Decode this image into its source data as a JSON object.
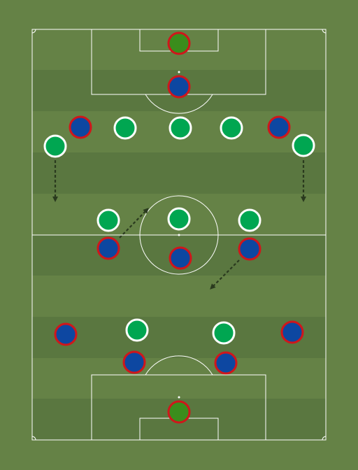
{
  "pitch": {
    "colors": {
      "grass_light": "#658246",
      "grass_dark": "#5a7740",
      "lines": "#ffffff"
    }
  },
  "teams": {
    "green": {
      "fill": "#00a651",
      "stroke": "#ffffff",
      "goalkeeper_fill": "#3a8d1c",
      "goalkeeper_stroke": "#d0161b"
    },
    "blue": {
      "fill": "#0d47a1",
      "stroke": "#d0161b"
    }
  },
  "players": [
    {
      "team": "green",
      "role": "goalkeeper"
    },
    {
      "team": "blue",
      "role": "player"
    },
    {
      "team": "blue",
      "role": "player"
    },
    {
      "team": "green",
      "role": "player"
    },
    {
      "team": "green",
      "role": "player"
    },
    {
      "team": "green",
      "role": "player"
    },
    {
      "team": "blue",
      "role": "player"
    },
    {
      "team": "green",
      "role": "player"
    },
    {
      "team": "green",
      "role": "player"
    },
    {
      "team": "green",
      "role": "player"
    },
    {
      "team": "green",
      "role": "player"
    },
    {
      "team": "green",
      "role": "player"
    },
    {
      "team": "blue",
      "role": "player"
    },
    {
      "team": "blue",
      "role": "player"
    },
    {
      "team": "blue",
      "role": "player"
    },
    {
      "team": "blue",
      "role": "player"
    },
    {
      "team": "green",
      "role": "player"
    },
    {
      "team": "green",
      "role": "player"
    },
    {
      "team": "blue",
      "role": "player"
    },
    {
      "team": "blue",
      "role": "player"
    },
    {
      "team": "blue",
      "role": "player"
    },
    {
      "team": "green",
      "role": "goalkeeper"
    }
  ],
  "arrows": [
    {
      "style": "dashed",
      "color": "#2a3a1e"
    },
    {
      "style": "dashed",
      "color": "#2a3a1e"
    },
    {
      "style": "dashed",
      "color": "#2a3a1e"
    },
    {
      "style": "dashed",
      "color": "#2a3a1e"
    }
  ]
}
